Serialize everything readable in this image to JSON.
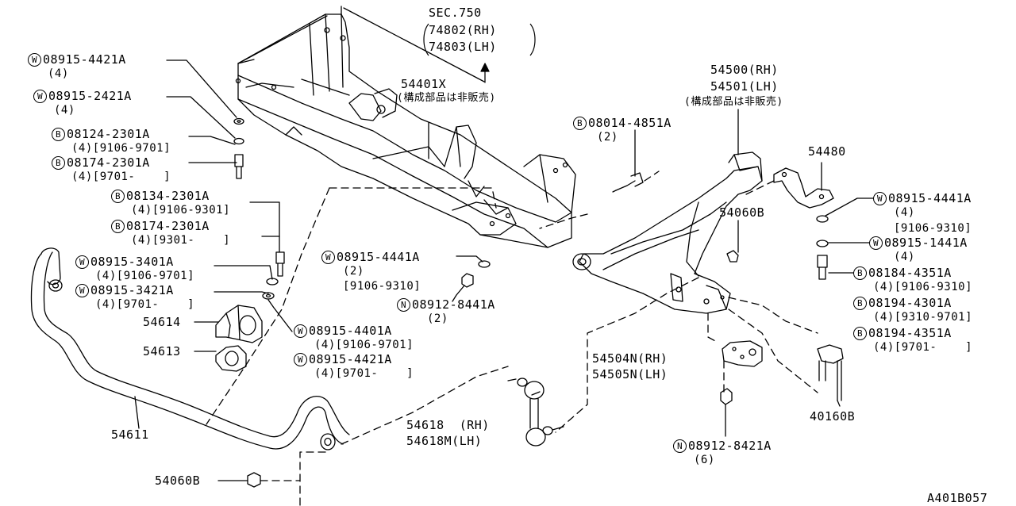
{
  "diagram_id": "A401B057",
  "sec": {
    "title": "SEC.750",
    "rh": "74802(RH)",
    "lh": "74803(LH)"
  },
  "member": {
    "part": "54401X",
    "note": "(構成部品は非販売)"
  },
  "arm": {
    "rh": "54500(RH)",
    "lh": "54501(LH)",
    "note": "(構成部品は非販売)"
  },
  "left_parts": [
    {
      "badge": "W",
      "part": "08915-4421A",
      "qty": "(4)"
    },
    {
      "badge": "W",
      "part": "08915-2421A",
      "qty": "(4)"
    },
    {
      "badge": "B",
      "part": "08124-2301A",
      "qty": "(4)[9106-9701]"
    },
    {
      "badge": "B",
      "part": "08174-2301A",
      "qty": "(4)[9701-    ]"
    },
    {
      "badge": "B",
      "part": "08134-2301A",
      "qty": "(4)[9106-9301]"
    },
    {
      "badge": "B",
      "part": "08174-2301A",
      "qty": "(4)[9301-    ]"
    },
    {
      "badge": "W",
      "part": "08915-3401A",
      "qty": "(4)[9106-9701]"
    },
    {
      "badge": "W",
      "part": "08915-3421A",
      "qty": "(4)[9701-    ]"
    }
  ],
  "mid_parts": [
    {
      "badge": "W",
      "part": "08915-4441A",
      "qty": "(2)",
      "extra": "[9106-9310]"
    },
    {
      "badge": "N",
      "part": "08912-8441A",
      "qty": "(2)"
    },
    {
      "badge": "W",
      "part": "08915-4401A",
      "qty": "(4)[9106-9701]"
    },
    {
      "badge": "W",
      "part": "08915-4421A",
      "qty": "(4)[9701-    ]"
    },
    {
      "badge": "B",
      "part": "08014-4851A",
      "qty": "(2)"
    }
  ],
  "right_parts": [
    {
      "badge": "W",
      "part": "08915-4441A",
      "qty": "(4)",
      "extra": "[9106-9310]"
    },
    {
      "badge": "W",
      "part": "08915-1441A",
      "qty": "(4)"
    },
    {
      "badge": "B",
      "part": "08184-4351A",
      "qty": "(4)[9106-9310]"
    },
    {
      "badge": "B",
      "part": "08194-4301A",
      "qty": "(4)[9310-9701]"
    },
    {
      "badge": "B",
      "part": "08194-4351A",
      "qty": "(4)[9701-    ]"
    }
  ],
  "bottom_nut": {
    "badge": "N",
    "part": "08912-8421A",
    "qty": "(6)"
  },
  "plain_labels": {
    "p54614": "54614",
    "p54613": "54613",
    "p54611": "54611",
    "p54060b_left": "54060B",
    "p54060b_right": "54060B",
    "p54480": "54480",
    "p54618": "54618  (RH)",
    "p54618m": "54618M(LH)",
    "p54504n": "54504N(RH)",
    "p54505n": "54505N(LH)",
    "p40160b": "40160B"
  }
}
